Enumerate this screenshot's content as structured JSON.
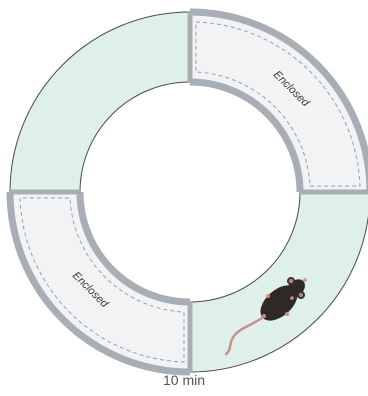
{
  "maze": {
    "enclosed_top_right_label": "Enclosed",
    "enclosed_bottom_left_label": "Enclosed",
    "open_arm_color": "#dff0eb",
    "enclosed_arm_color": "#f2f3f5",
    "wall_color": "#a9adb4",
    "outline_color": "#4a4a4a",
    "mouse_icon": "mouse-icon"
  },
  "caption": "10 min"
}
